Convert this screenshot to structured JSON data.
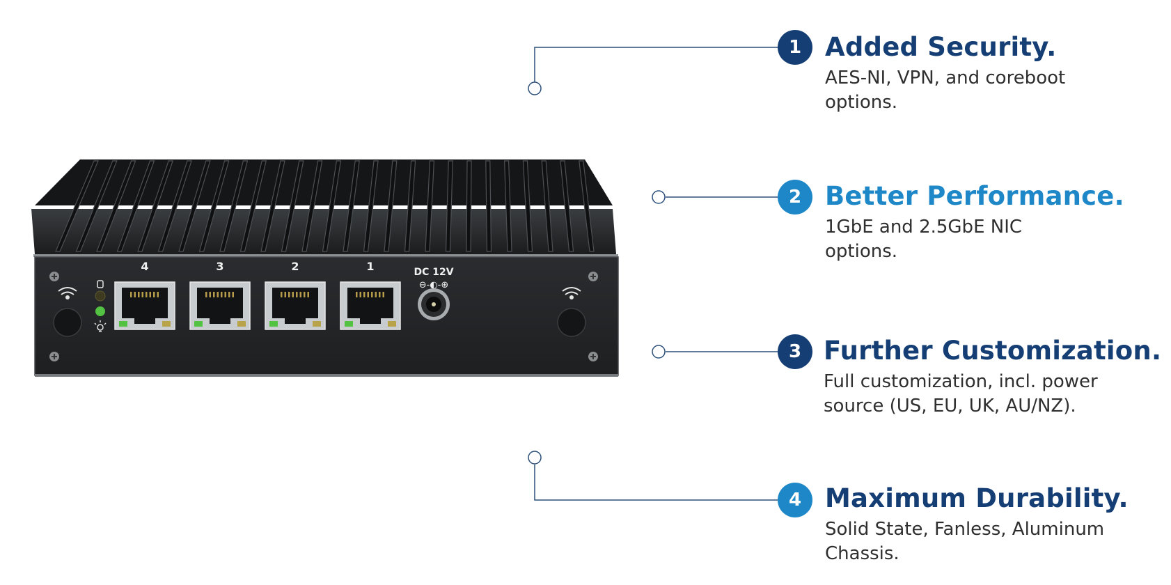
{
  "colors": {
    "navy": "#153e74",
    "blue": "#1d87c7",
    "connector": "#2b4f7a",
    "chassis": "#222426",
    "fins": "#2a2c2e",
    "led_green": "#53c243"
  },
  "features": [
    {
      "number": "1",
      "title": "Added Security.",
      "description": "AES-NI, VPN, and coreboot options.",
      "color": "#153e74"
    },
    {
      "number": "2",
      "title": "Better Performance.",
      "description": "1GbE and 2.5GbE NIC options.",
      "color": "#1d87c7"
    },
    {
      "number": "3",
      "title": "Further Customization.",
      "description": "Full customization, incl. power source (US, EU, UK, AU/NZ).",
      "color": "#153e74"
    },
    {
      "number": "4",
      "title": "Maximum Durability.",
      "description": "Solid State, Fanless, Aluminum Chassis.",
      "color": "#1d87c7"
    }
  ],
  "device": {
    "port_labels": [
      "4",
      "3",
      "2",
      "1"
    ],
    "power_label": "DC 12V",
    "power_symbol": "⊖-◐-⊕",
    "icons": [
      "wifi-icon",
      "disk-activity-icon",
      "power-led-icon",
      "screw-icon",
      "ethernet-port-icon",
      "dc-jack-icon"
    ]
  }
}
